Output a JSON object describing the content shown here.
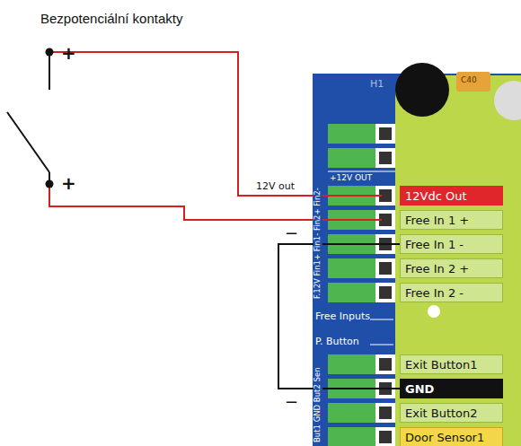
{
  "diagram": {
    "title": "Bezpotenciální kontakty",
    "nodes": [
      {
        "text": [
          "12Vdc Out"
        ]
      },
      {
        "text": [
          "Free In 1 +"
        ]
      },
      {
        "text": [
          "Free In 1 -"
        ]
      },
      {
        "text": [
          "Free In 2 +"
        ]
      },
      {
        "text": [
          "Free In 2 -"
        ]
      },
      {
        "text": [
          "Exit Button1"
        ]
      },
      {
        "text": [
          "GND"
        ]
      },
      {
        "text": [
          "Exit Button2"
        ]
      },
      {
        "text": [
          "Door Sensor1"
        ]
      }
    ],
    "edges": [
      {
        "from": 2,
        "to": 6,
        "arrow": "none"
      }
    ],
    "labels": [
      "+",
      "+",
      "12V out",
      "H1",
      "C40",
      "+12V OUT",
      "F.12V Fin1+ Fin1- Fin2+ Fin2-",
      "−",
      "Free Inputs",
      "P. Button",
      "But1 GND But2 Sen",
      "−"
    ]
  }
}
